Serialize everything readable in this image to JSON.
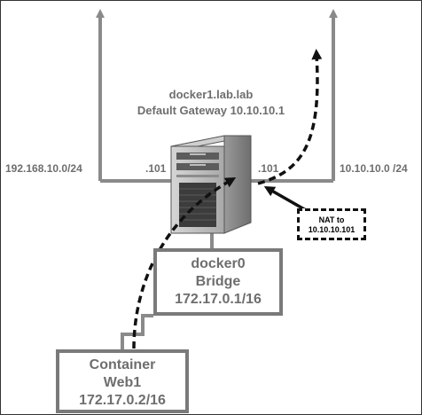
{
  "gateway": {
    "hostname": "docker1.lab.lab",
    "default_gateway": "Default Gateway 10.10.10.1"
  },
  "networks": {
    "left_subnet": "192.168.10.0/24",
    "left_ip": ".101",
    "right_ip": ".101",
    "right_subnet": "10.10.10.0 /24"
  },
  "nat": {
    "line1": "NAT to",
    "line2": "10.10.10.101"
  },
  "bridge": {
    "name": "docker0",
    "type": "Bridge",
    "ip": "172.17.0.1/16"
  },
  "container": {
    "label": "Container",
    "name": "Web1",
    "ip": "172.17.0.2/16"
  },
  "colors": {
    "line": "#8a8a8a",
    "text": "#6e6e6e",
    "dashed": "#111111"
  },
  "icons": {
    "server": "tower-server-icon"
  }
}
